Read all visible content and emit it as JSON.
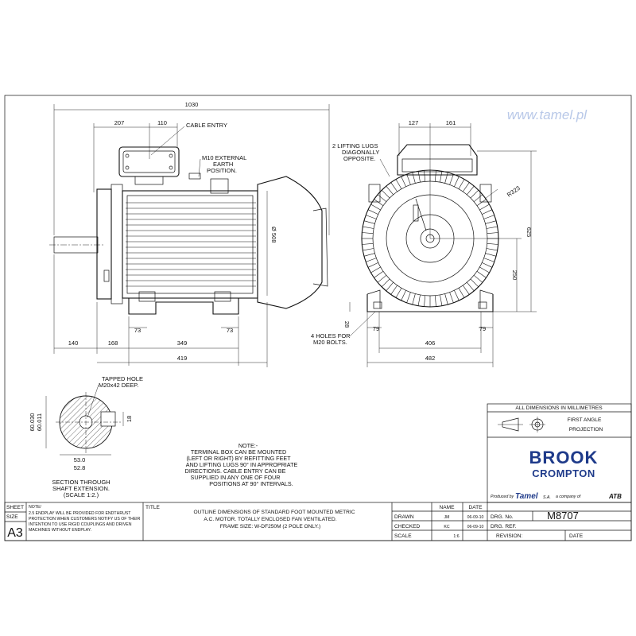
{
  "watermark": "www.tamel.pl",
  "side_view": {
    "overall_length": "1030",
    "dim_207": "207",
    "dim_110": "110",
    "cable_entry": "CABLE ENTRY",
    "earth_line1": "M10 EXTERNAL",
    "earth_line2": "EARTH",
    "earth_line3": "POSITION.",
    "diameter": "Ø 508",
    "dim_140": "140",
    "dim_168": "168",
    "dim_349": "349",
    "dim_419": "419",
    "dim_73_left": "73",
    "dim_73_right": "73"
  },
  "end_view": {
    "dim_127": "127",
    "dim_161": "161",
    "lugs_line1": "2 LIFTING LUGS",
    "lugs_line2": "DIAGONALLY",
    "lugs_line3": "OPPOSITE.",
    "radius": "R323",
    "height_625": "625",
    "height_250": "250",
    "foot_28": "28",
    "dim_79_left": "79",
    "dim_79_right": "79",
    "dim_406": "406",
    "dim_482": "482",
    "holes_line1": "4 HOLES FOR",
    "holes_line2": "M20 BOLTS."
  },
  "shaft": {
    "tapped_line1": "TAPPED HOLE",
    "tapped_line2": "M20x42 DEEP.",
    "dia_max": "60.030",
    "dia_min": "60.011",
    "dim_18": "18",
    "dim_53": "53.0",
    "dim_52": "52.8",
    "section_line1": "SECTION THROUGH",
    "section_line2": "SHAFT EXTENSION.",
    "section_line3": "(SCALE 1:2.)"
  },
  "note": {
    "heading": "NOTE:-",
    "lines": [
      "TERMINAL BOX CAN BE MOUNTED",
      "(LEFT OR RIGHT) BY REFITTING FEET",
      "AND LIFTING LUGS 90° IN APPROPRIATE",
      "DIRECTIONS. CABLE ENTRY CAN BE",
      "SUPPLIED IN ANY ONE OF FOUR",
      "POSITIONS AT 90° INTERVALS."
    ]
  },
  "title_block": {
    "all_dims": "ALL DIMENSIONS IN MILLIMETRES",
    "projection_line1": "FIRST ANGLE",
    "projection_line2": "PROJECTION",
    "brand_line1": "BROOK",
    "brand_line2": "CROMPTON",
    "produced_by": "Produced by",
    "producer": "Tamel",
    "producer_sa": "S.A.",
    "company_of": "a company of",
    "parent": "ATB",
    "sheet_label": "SHEET",
    "size_label": "SIZE",
    "size_value": "A3",
    "note_label": "NOTE/",
    "note_lines": [
      "2.5 ENDPLAY WILL BE PROVIDED FOR ENDTHRUST",
      "PROTECTION WHEN CUSTOMERS NOTIFY US OF THEIR",
      "INTENTION TO USE RIGID COUPLINGS AND DRIVEN",
      "MACHINES WITHOUT ENDPLAY."
    ],
    "title_label": "TITLE",
    "title_lines": [
      "OUTLINE DIMENSIONS OF STANDARD FOOT MOUNTED METRIC",
      "A.C. MOTOR.  TOTALLY ENCLOSED FAN VENTILATED.",
      "FRAME SIZE: W-DF250M (2 POLE ONLY.)"
    ],
    "name_label": "NAME",
    "date_label": "DATE",
    "drawn_label": "DRAWN",
    "drawn_name": "JM",
    "drawn_date": "06-09-10",
    "checked_label": "CHECKED",
    "checked_name": "KC",
    "checked_date": "06-09-10",
    "scale_label": "SCALE",
    "scale_value": "1:6",
    "drg_no_label": "DRG. No.",
    "drg_no_value": "M8707",
    "drg_ref_label": "DRG. REF.",
    "revision_label": "REVISION:",
    "rev_date_label": "DATE"
  },
  "colors": {
    "brand_blue": "#1e3a8a",
    "watermark": "#b8c8e8",
    "line": "#111111"
  }
}
